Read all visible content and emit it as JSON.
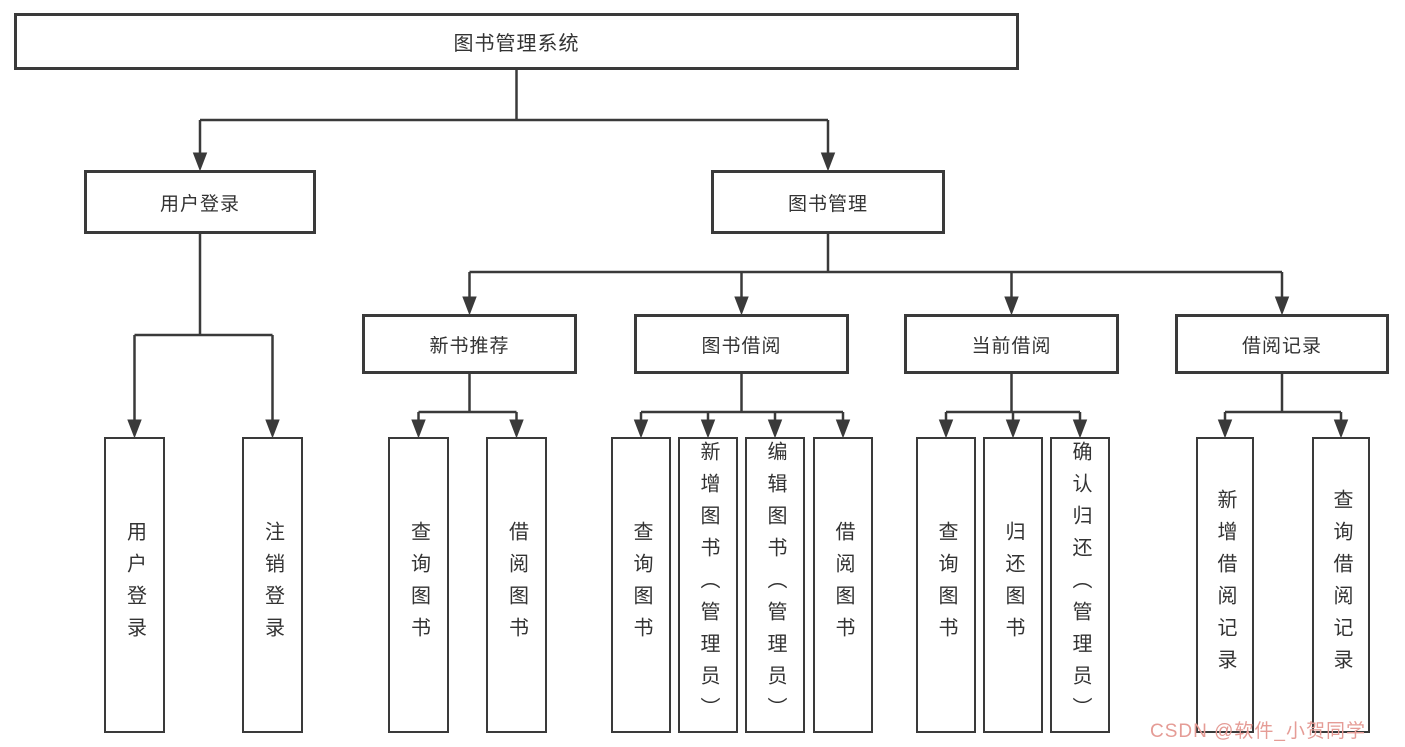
{
  "colors": {
    "line": "#3a3a3a",
    "text": "#333333",
    "watermark": "#e59c96",
    "bg": "#ffffff"
  },
  "tree": {
    "label": "图书管理系统",
    "children": [
      {
        "label": "用户登录",
        "children": [
          {
            "label": "用户登录"
          },
          {
            "label": "注销登录"
          }
        ]
      },
      {
        "label": "图书管理",
        "children": [
          {
            "label": "新书推荐",
            "children": [
              {
                "label": "查询图书"
              },
              {
                "label": "借阅图书"
              }
            ]
          },
          {
            "label": "图书借阅",
            "children": [
              {
                "label": "查询图书"
              },
              {
                "label": "新增图书（管理员）"
              },
              {
                "label": "编辑图书（管理员）"
              },
              {
                "label": "借阅图书"
              }
            ]
          },
          {
            "label": "当前借阅",
            "children": [
              {
                "label": "查询图书"
              },
              {
                "label": "归还图书"
              },
              {
                "label": "确认归还（管理员）"
              }
            ]
          },
          {
            "label": "借阅记录",
            "children": [
              {
                "label": "新增借阅记录"
              },
              {
                "label": "查询借阅记录"
              }
            ]
          }
        ]
      }
    ]
  },
  "watermark": {
    "text": "CSDN @软件_小贺同学"
  }
}
